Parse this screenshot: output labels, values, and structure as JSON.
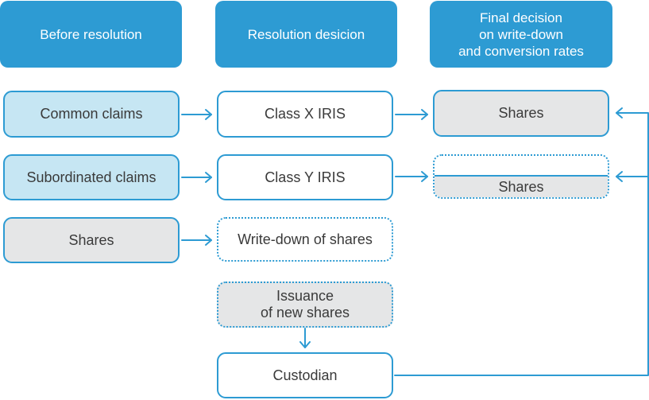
{
  "headers": {
    "before": "Before resolution",
    "decision": "Resolution desicion",
    "final": "Final decision\non write-down\nand conversion rates"
  },
  "before_column": {
    "common_claims": "Common claims",
    "subordinated_claims": "Subordinated claims",
    "shares": "Shares"
  },
  "decision_column": {
    "class_x": "Class X IRIS",
    "class_y": "Class Y IRIS",
    "write_down": "Write-down of shares",
    "issuance": "Issuance\nof new shares",
    "custodian": "Custodian"
  },
  "final_column": {
    "shares_top": "Shares",
    "shares_bottom": "Shares"
  },
  "colors": {
    "accent": "#2d9bd3",
    "light_blue_fill": "#c6e6f3",
    "grey_fill": "#e5e6e7",
    "text": "#3a3a3a"
  }
}
